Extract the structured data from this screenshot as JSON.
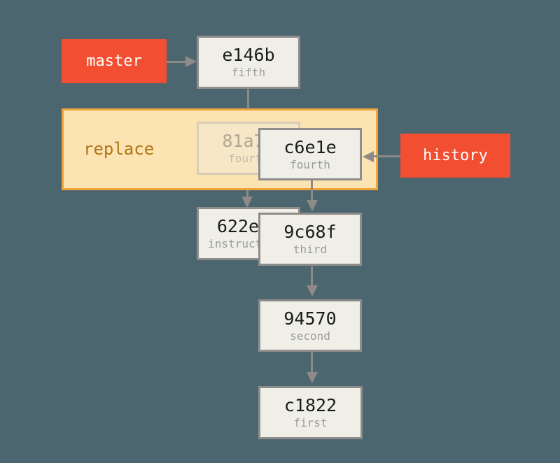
{
  "diagram": {
    "description": "git replace commit graph",
    "colors": {
      "background": "#4C6670",
      "branch_fill": "#F14E32",
      "branch_text": "#FFFFFF",
      "commit_fill": "#F0EFE7",
      "commit_border": "#8F8C8C",
      "commit_hash_text": "#1B1B1B",
      "commit_message_text": "#9A9A9A",
      "replace_fill": "#FBE3B2",
      "replace_border": "#F0A53C",
      "replace_text": "#B07518",
      "arrow": "#8D8A88"
    }
  },
  "branches": {
    "master": {
      "label": "master"
    },
    "history": {
      "label": "history"
    }
  },
  "replace_region": {
    "label": "replace"
  },
  "commits": {
    "fifth": {
      "hash": "e146b",
      "label": "fifth"
    },
    "fourth_replaced": {
      "hash": "81a70",
      "label": "fourth"
    },
    "fourth_new": {
      "hash": "c6e1e",
      "label": "fourth"
    },
    "instructions": {
      "hash": "622e88",
      "label": "instructions"
    },
    "third": {
      "hash": "9c68f",
      "label": "third"
    },
    "second": {
      "hash": "94570",
      "label": "second"
    },
    "first": {
      "hash": "c1822",
      "label": "first"
    }
  }
}
